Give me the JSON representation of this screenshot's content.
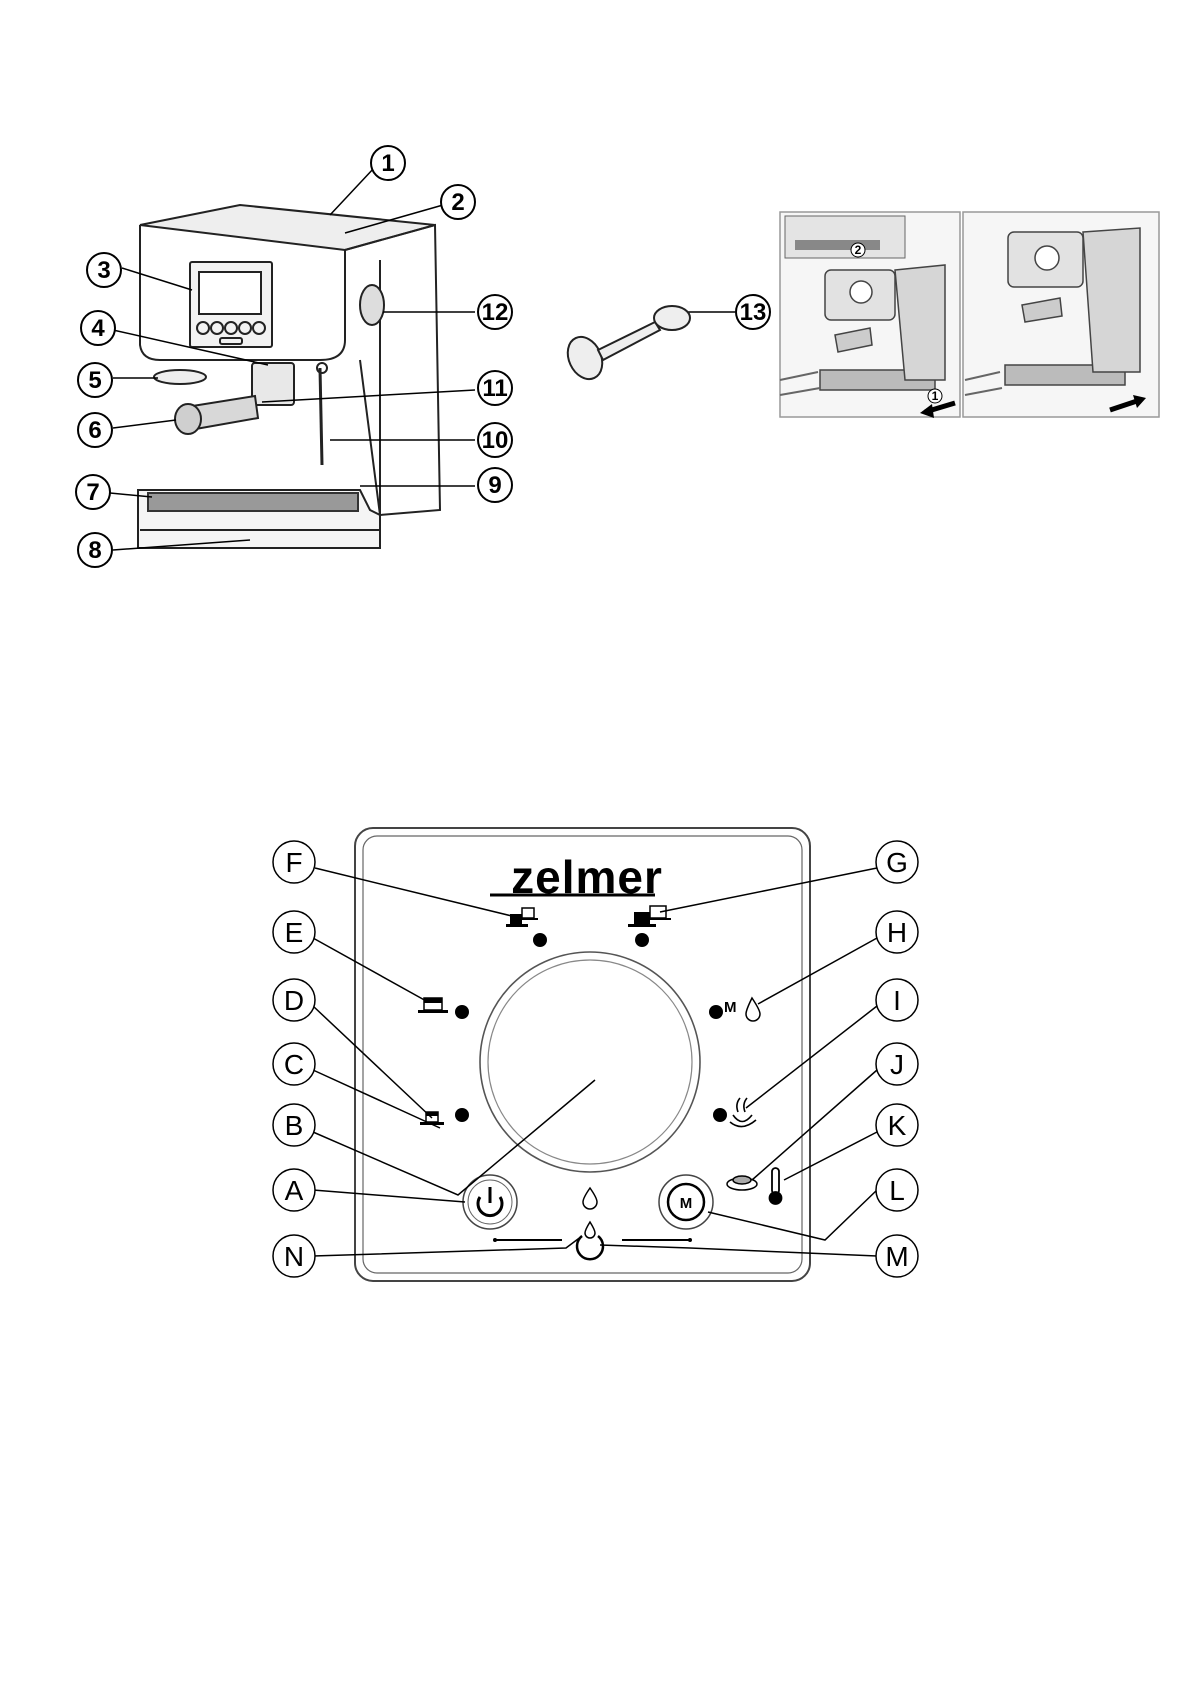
{
  "part_labels": [
    "1",
    "2",
    "3",
    "4",
    "5",
    "6",
    "7",
    "8",
    "9",
    "10",
    "11",
    "12",
    "13"
  ],
  "steps": [
    "2",
    "1"
  ],
  "brand": "zelmer",
  "panel_labels": [
    "A",
    "B",
    "C",
    "D",
    "E",
    "F",
    "G",
    "H",
    "I",
    "J",
    "K",
    "L",
    "M",
    "N"
  ],
  "mode_mark": "M",
  "icons": {
    "power": "power-icon",
    "program": "m-button-icon",
    "water": "water-drop-icon",
    "steam": "steam-icon",
    "temperature": "thermometer-icon"
  },
  "colors": {
    "line": "#000000",
    "outline": "#444444",
    "background": "#ffffff"
  }
}
